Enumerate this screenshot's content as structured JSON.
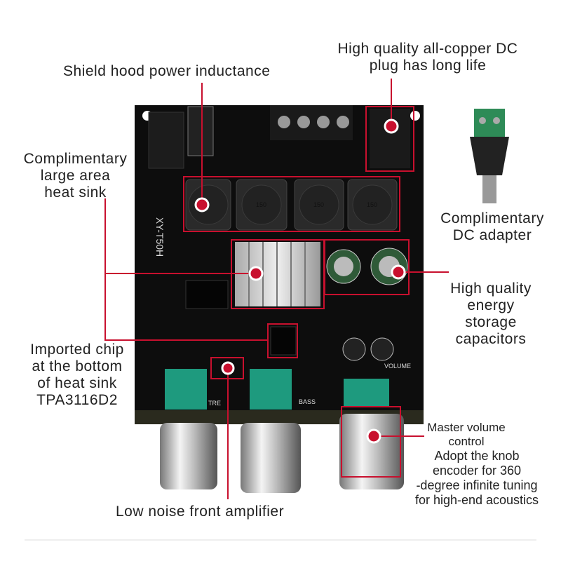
{
  "annotations": {
    "shield_hood": "Shield hood power inductance",
    "dc_plug": "High quality all-copper DC\nplug has long life",
    "heat_sink": "Complimentary\nlarge area\nheat sink",
    "dc_adapter": "Complimentary\nDC adapter",
    "capacitors": "High quality\nenergy\nstorage\ncapacitors",
    "chip": "Imported chip\nat the bottom\nof heat sink\nTPA3116D2",
    "front_amp": "Low noise front amplifier",
    "volume_title": "Master volume\ncontrol",
    "volume_desc": "Adopt the knob\nencoder for 360\n-degree infinite tuning\nfor high-end acoustics"
  },
  "board": {
    "model": "XY-T50H",
    "inductor_marking": "150",
    "knob_labels": [
      "TRE",
      "BASS",
      "VOLUME"
    ]
  },
  "colors": {
    "accent": "#c8102e",
    "board": "#111111"
  }
}
